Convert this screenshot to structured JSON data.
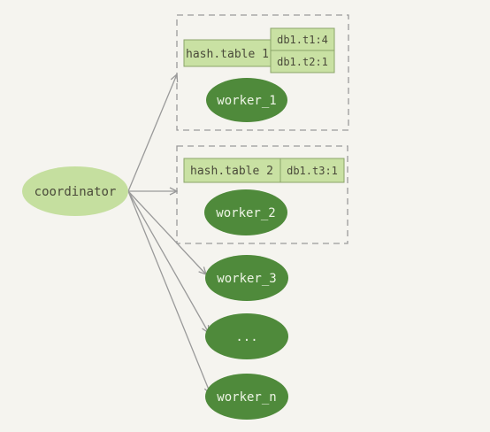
{
  "coordinator": {
    "label": "coordinator"
  },
  "group1": {
    "hash_table": "hash.table 1",
    "entries": [
      "db1.t1:4",
      "db1.t2:1"
    ],
    "worker": "worker_1"
  },
  "group2": {
    "hash_table": "hash.table 2",
    "entries": [
      "db1.t3:1"
    ],
    "worker": "worker_2"
  },
  "workers": [
    "worker_3",
    "...",
    "worker_n"
  ],
  "colors": {
    "background": "#f5f4ef",
    "coordinator_fill": "#c5df9f",
    "worker_fill": "#4f8a3b",
    "table_fill": "#c9e1a3",
    "table_stroke": "#8aa56a",
    "arrow": "#9a9a9a",
    "dashed_box": "#9a9a9a"
  }
}
